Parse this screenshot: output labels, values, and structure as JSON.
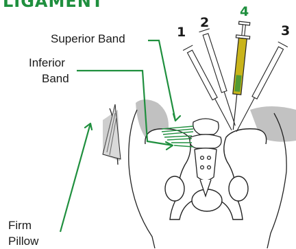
{
  "title": "LIGAMENT",
  "labels": {
    "superior_band": "Superior Band",
    "inferior_band_line1": "Inferior",
    "inferior_band_line2": "Band",
    "firm_pillow_line1": "Firm",
    "firm_pillow_line2": "Pillow"
  },
  "needles": [
    {
      "label": "1"
    },
    {
      "label": "2"
    },
    {
      "label": "3"
    },
    {
      "label": "4",
      "highlight": true
    }
  ],
  "colors": {
    "accent": "#1f8f3e",
    "syringe_fill": "#c9b41b",
    "outline": "#222222",
    "shadow": "#8f8f8f"
  }
}
